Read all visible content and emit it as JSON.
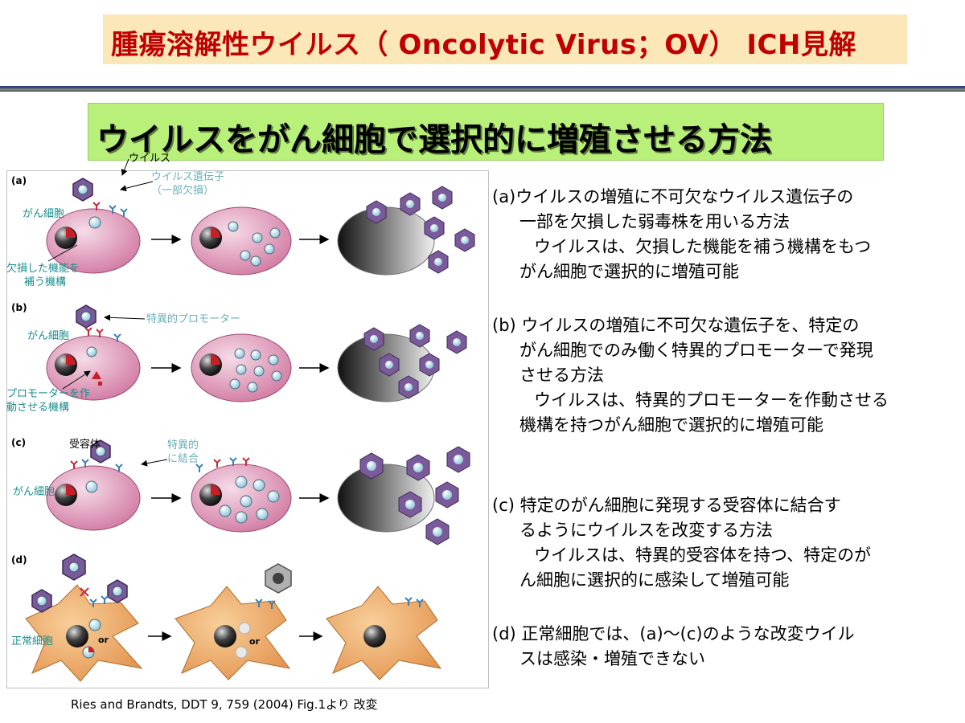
{
  "title": "腫瘍溶解性ウイルス（ Oncolytic Virus；OV） ICH見解",
  "subtitle": "ウイルスをがん細胞で選択的に増殖させる方法",
  "figure": {
    "panels": [
      "(a)",
      "(b)",
      "(c)",
      "(d)"
    ],
    "labels": {
      "virus": "ウイルス",
      "viral_gene_line1": "ウイルス遺伝子",
      "viral_gene_line2": "（一部欠損）",
      "cancer_cell_a": "がん細胞",
      "complement_line1": "欠損した機能を",
      "complement_line2": "補う機構",
      "specific_promoter": "特異的プロモーター",
      "cancer_cell_b": "がん細胞",
      "promoter_mech_line1": "プロモーターを作",
      "promoter_mech_line2": "動させる機構",
      "receptor": "受容体",
      "specific_binding_line1": "特異的",
      "specific_binding_line2": "に結合",
      "cancer_cell_c": "がん細胞",
      "normal_cell": "正常細胞",
      "or1": "or",
      "or2": "or"
    }
  },
  "descriptions": {
    "a": {
      "l1": "(a)ウイルスの増殖に不可欠なウイルス遺伝子の",
      "l2": "一部を欠損した弱毒株を用いる方法",
      "l3": "ウイルスは、欠損した機能を補う機構をもつ",
      "l4": "がん細胞で選択的に増殖可能"
    },
    "b": {
      "l1": "(b) ウイルスの増殖に不可欠な遺伝子を、特定の",
      "l2": "がん細胞でのみ働く特異的プロモーターで発現",
      "l3": "させる方法",
      "l4": "ウイルスは、特異的プロモーターを作動させる",
      "l5": "機構を持つがん細胞で選択的に増殖可能"
    },
    "c": {
      "l1": "(c) 特定のがん細胞に発現する受容体に結合す",
      "l2": "るようにウイルスを改変する方法",
      "l3": "ウイルスは、特異的受容体を持つ、特定のが",
      "l4": "ん細胞に選択的に感染して増殖可能"
    },
    "d": {
      "l1": "(d) 正常細胞では、(a)～(c)のような改変ウイル",
      "l2": "スは感染・増殖できない"
    }
  },
  "citation": "Ries and Brandts, DDT 9, 759 (2004) Fig.1より 改変",
  "colors": {
    "title_bg": "#fbe7b8",
    "title_text": "#c00000",
    "subtitle_bg": "#b8f07a",
    "cancer_cell": "#d77fa8",
    "normal_cell": "#e8a060",
    "virus_hex": "#7a5a98"
  }
}
